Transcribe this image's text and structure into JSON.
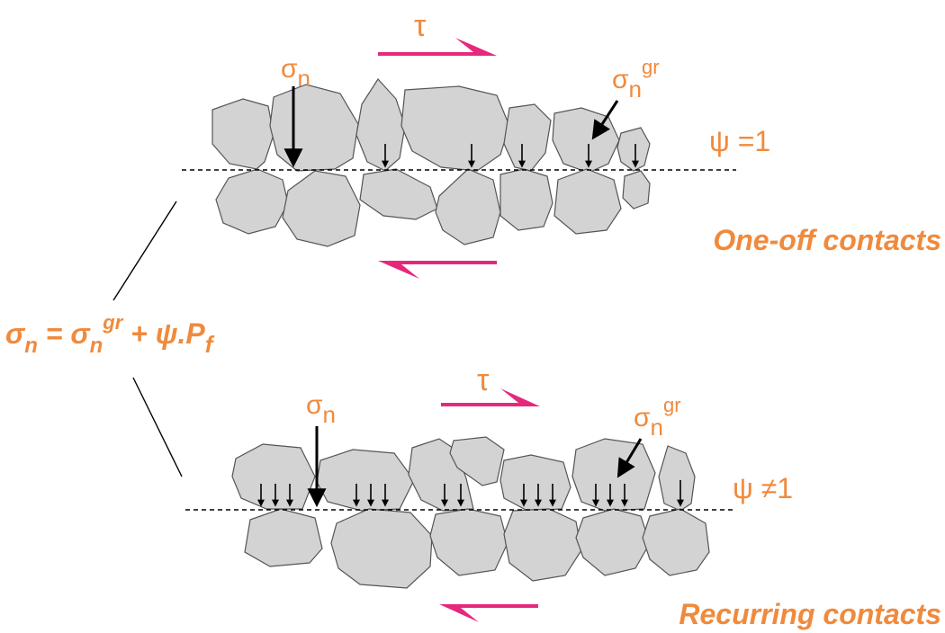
{
  "colors": {
    "label": "#f08a3c",
    "shear_arrow": "#e6287d",
    "grain_fill": "#d3d3d3",
    "grain_stroke": "#555555"
  },
  "equation": {
    "lhs": "σ",
    "lhs_sub": "n",
    "eq": " = ",
    "grain_stress": "σ",
    "grain_sub": "n",
    "grain_sup": "gr",
    "plus": " + ψ.P",
    "pf_sub": "f"
  },
  "top_panel": {
    "shear_symbol": "τ",
    "normal_stress": "σ",
    "normal_stress_sub": "n",
    "grain_stress": "σ",
    "grain_stress_sub": "n",
    "grain_stress_sup": "gr",
    "psi_label": "ψ =1",
    "caption": "One-off contacts"
  },
  "bottom_panel": {
    "shear_symbol": "τ",
    "normal_stress": "σ",
    "normal_stress_sub": "n",
    "grain_stress": "σ",
    "grain_stress_sub": "n",
    "grain_stress_sup": "gr",
    "psi_label": "ψ ≠1",
    "caption": "Recurring contacts"
  }
}
